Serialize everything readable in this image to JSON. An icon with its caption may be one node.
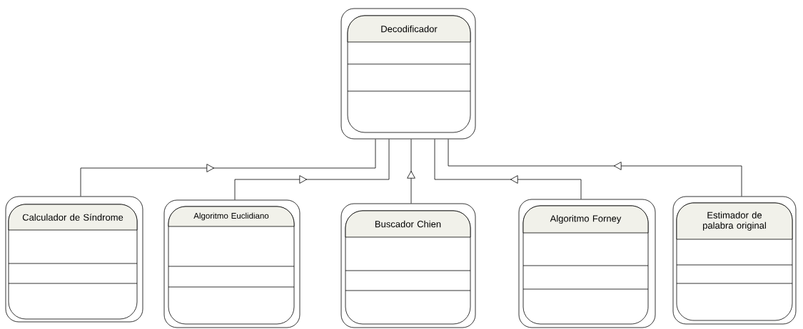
{
  "diagram": {
    "nodes": [
      {
        "text": [
          "Decodificador"
        ]
      },
      {
        "text": [
          "Calculador de Síndrome"
        ]
      },
      {
        "text": [
          "Algoritmo Euclidiano"
        ]
      },
      {
        "text": [
          "Buscador Chien"
        ]
      },
      {
        "text": [
          "Algoritmo Forney"
        ]
      },
      {
        "text": [
          "Estimador de palabra original"
        ]
      }
    ],
    "edges": [
      {
        "from": 1,
        "to": 0,
        "arrow": "to"
      },
      {
        "from": 2,
        "to": 0,
        "arrow": "to"
      },
      {
        "from": 3,
        "to": 0,
        "arrow": "to"
      },
      {
        "from": 4,
        "to": 0,
        "arrow": "to"
      },
      {
        "from": 5,
        "to": 0,
        "arrow": "to"
      }
    ]
  }
}
